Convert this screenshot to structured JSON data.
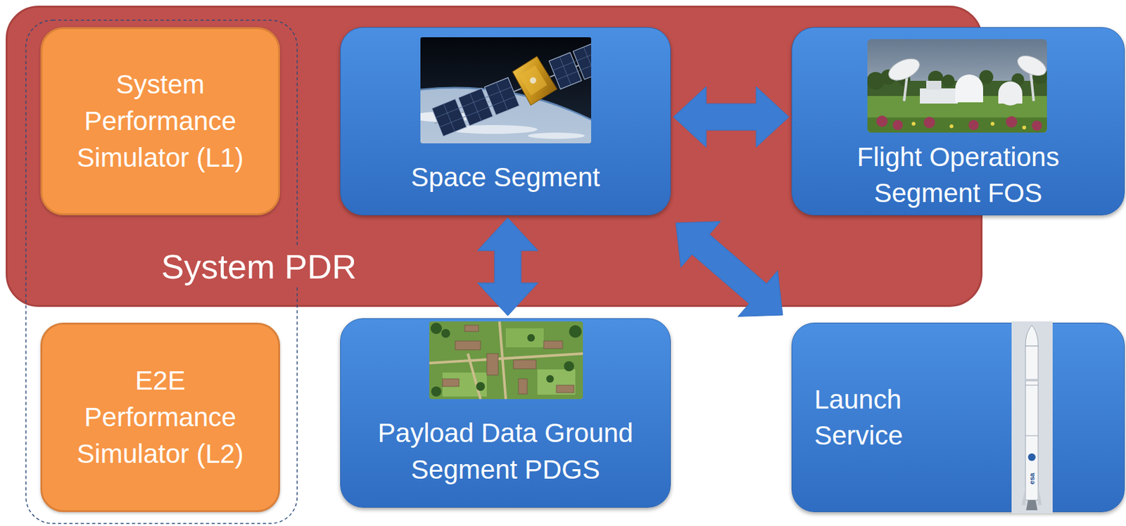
{
  "diagram": {
    "nodes": [
      {
        "text": [
          "System PDR"
        ]
      },
      {
        "text": [
          "System Performance Simulator (L1)"
        ],
        "in": 0
      },
      {
        "text": [
          "Space Segment"
        ],
        "in": 0
      },
      {
        "text": [
          "Flight Operations Segment FOS"
        ],
        "in": 0
      },
      {
        "text": [
          "E2E Performance Simulator (L2)"
        ]
      },
      {
        "text": [
          "Payload Data Ground Segment PDGS"
        ]
      },
      {
        "text": [
          "Launch Service"
        ]
      }
    ],
    "edges": [
      {
        "from": 2,
        "to": 3,
        "arrow": "both"
      },
      {
        "from": 2,
        "to": 5,
        "arrow": "both"
      },
      {
        "from": 2,
        "to": 6,
        "arrow": "both"
      }
    ],
    "labels": [
      "esa"
    ]
  }
}
